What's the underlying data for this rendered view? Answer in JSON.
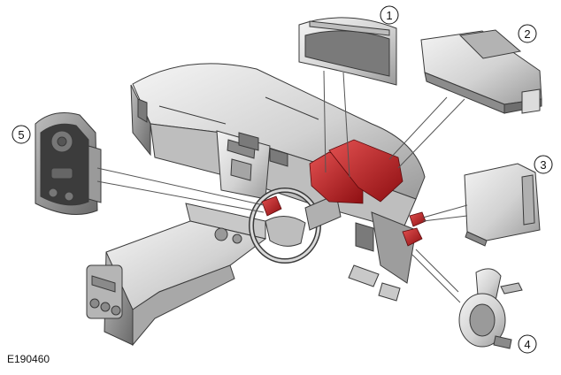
{
  "figure": {
    "id": "E190460",
    "callouts": [
      "1",
      "2",
      "3",
      "4",
      "5"
    ]
  },
  "colors": {
    "highlight": "#c4161c",
    "body_grey": "#cfcfcf",
    "outline": "#3a3a3a",
    "leader": "#555555"
  },
  "icons": {
    "component_1": "instrument-cluster",
    "component_2": "control-module",
    "component_3": "electronic-control-unit",
    "component_4": "electric-pump",
    "component_5": "steering-wheel-switch-pack"
  }
}
